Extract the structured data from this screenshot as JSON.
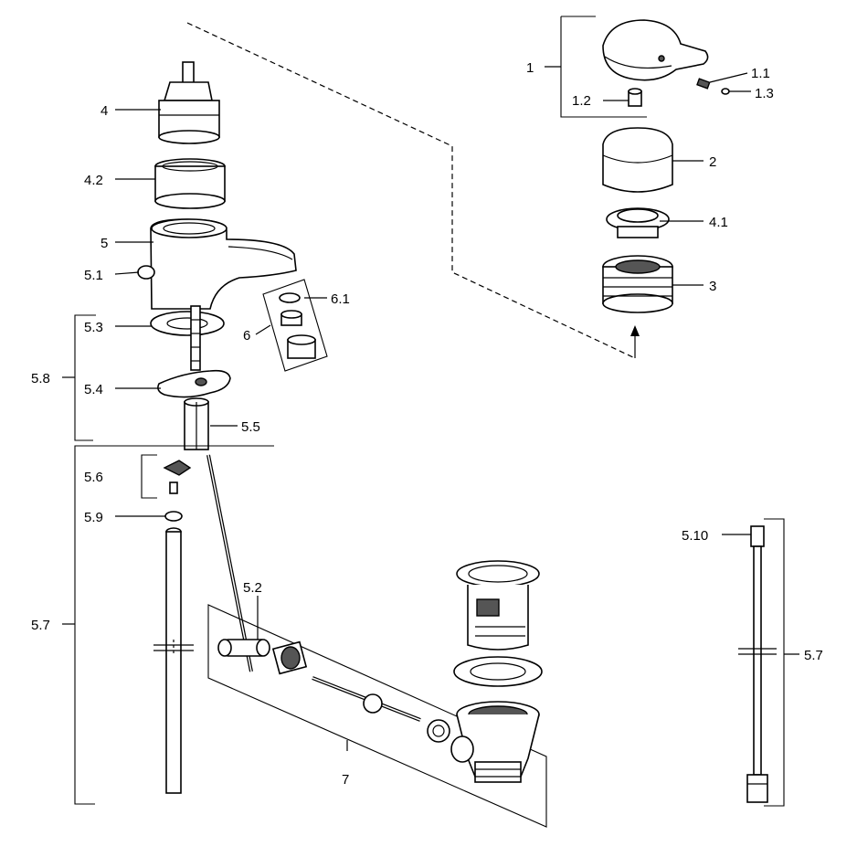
{
  "labels": {
    "l_1": "1",
    "l_1_1": "1.1",
    "l_1_2": "1.2",
    "l_1_3": "1.3",
    "l_2": "2",
    "l_3": "3",
    "l_4": "4",
    "l_4_1": "4.1",
    "l_4_2": "4.2",
    "l_5": "5",
    "l_5_1": "5.1",
    "l_5_2": "5.2",
    "l_5_3": "5.3",
    "l_5_4": "5.4",
    "l_5_5": "5.5",
    "l_5_6": "5.6",
    "l_5_7a": "5.7",
    "l_5_7b": "5.7",
    "l_5_8": "5.8",
    "l_5_9": "5.9",
    "l_5_10": "5.10",
    "l_6": "6",
    "l_6_1": "6.1",
    "l_7": "7"
  }
}
